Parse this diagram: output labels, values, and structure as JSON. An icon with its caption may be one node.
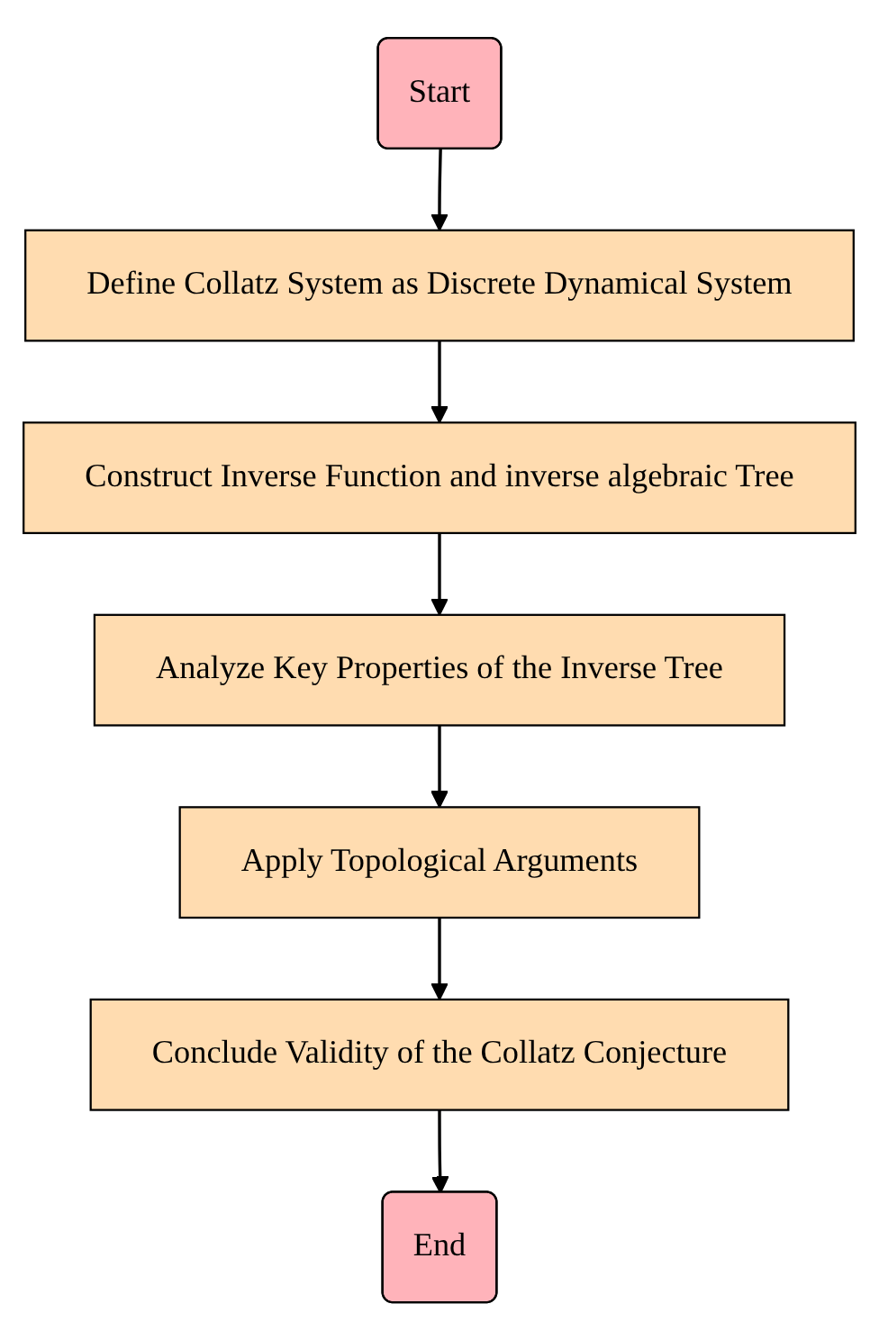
{
  "diagram": {
    "nodes": [
      {
        "text": [
          "Start"
        ]
      },
      {
        "text": [
          "Define Collatz System as Discrete Dynamical System"
        ]
      },
      {
        "text": [
          "Construct Inverse Function and inverse algebraic Tree"
        ]
      },
      {
        "text": [
          "Analyze Key Properties of the Inverse Tree"
        ]
      },
      {
        "text": [
          "Apply Topological Arguments"
        ]
      },
      {
        "text": [
          "Conclude Validity of the Collatz Conjecture"
        ]
      },
      {
        "text": [
          "End"
        ]
      }
    ],
    "edges": [
      {
        "from": 0,
        "to": 1,
        "arrow": "to"
      },
      {
        "from": 1,
        "to": 2,
        "arrow": "to"
      },
      {
        "from": 2,
        "to": 3,
        "arrow": "to"
      },
      {
        "from": 3,
        "to": 4,
        "arrow": "to"
      },
      {
        "from": 4,
        "to": 5,
        "arrow": "to"
      },
      {
        "from": 5,
        "to": 6,
        "arrow": "to"
      }
    ]
  }
}
